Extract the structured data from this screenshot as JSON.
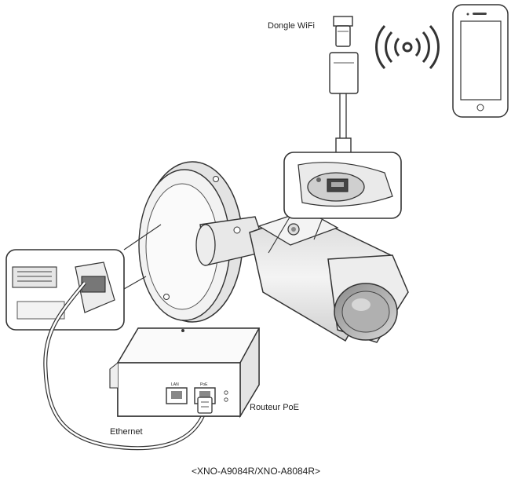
{
  "labels": {
    "dongle": "Dongle WiFi",
    "router": "Routeur PoE",
    "ethernet": "Ethernet",
    "caption": "<XNO-A9084R/XNO-A8084R>",
    "port_lan": "LAN",
    "port_poe": "PoE"
  },
  "icons": {
    "wifi": "wifi-signal-icon",
    "phone": "smartphone-icon",
    "dongle": "usb-dongle-icon"
  }
}
